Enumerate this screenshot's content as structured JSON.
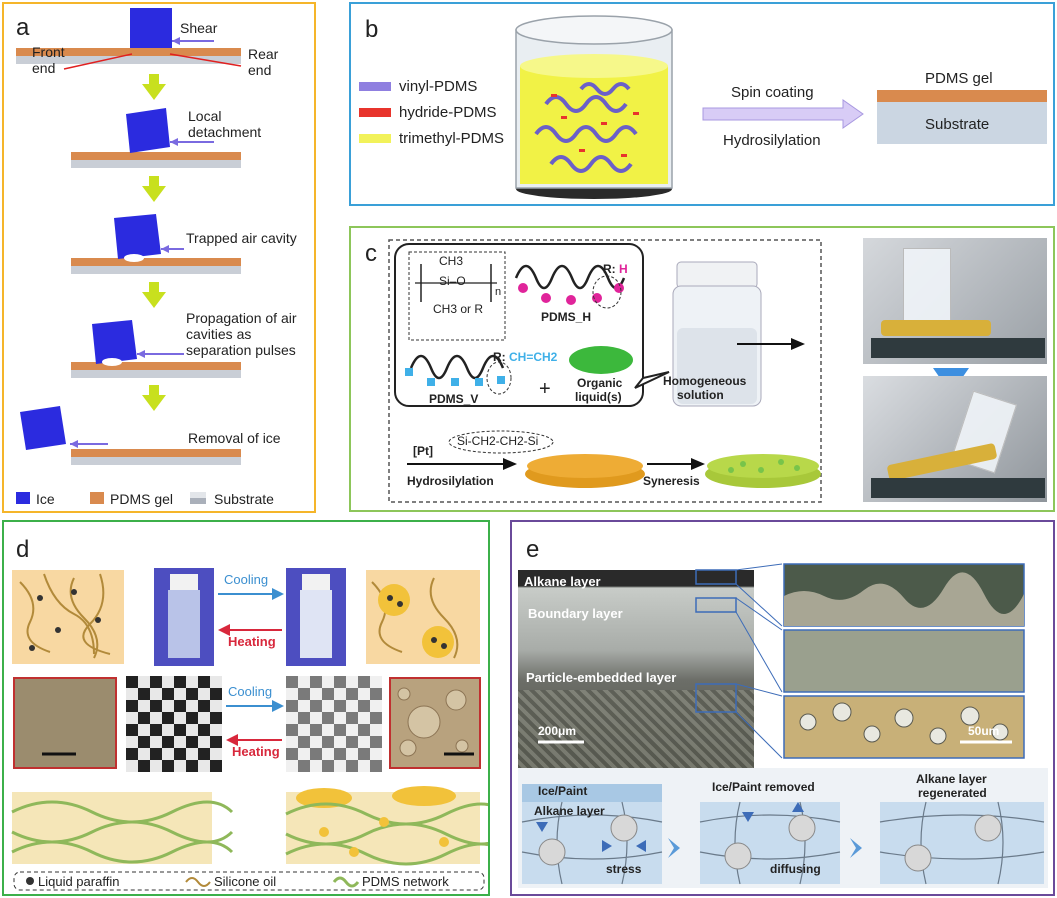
{
  "panel_a": {
    "label": "a",
    "shear": "Shear",
    "front_end": [
      "Front",
      "end"
    ],
    "rear_end": [
      "Rear",
      "end"
    ],
    "steps": [
      "Local",
      "detachment",
      "Trapped air cavity",
      "Propagation of air",
      "cavities as",
      "separation pulses",
      "Removal of ice"
    ],
    "legend": [
      "Ice",
      "PDMS gel",
      "Substrate"
    ],
    "colors": {
      "ice": "#2b2bdf",
      "pdms": "#d98a4e",
      "substrate": "#c9ced6",
      "arrow": "#c8e01e",
      "border": "#f5b52a"
    }
  },
  "panel_b": {
    "label": "b",
    "legend": [
      "vinyl-PDMS",
      "hydride-PDMS",
      "trimethyl-PDMS"
    ],
    "process_top": "Spin coating",
    "process_bottom": "Hydrosilylation",
    "layer_top": "PDMS gel",
    "layer_bottom": "Substrate",
    "colors": {
      "vinyl": "#8f7fe0",
      "hydride": "#e8342c",
      "trimethyl": "#f2f25a",
      "border": "#3aa0d8"
    }
  },
  "panel_c": {
    "label": "c",
    "formula_top": "CH3",
    "formula_mid": "Si–O",
    "formula_n": "n",
    "formula_bottom": "CH3 or R",
    "pdms_h": "PDMS_H",
    "pdms_v": "PDMS_V",
    "r_h_prefix": "R: ",
    "r_h": "H",
    "r_v_prefix": "R: ",
    "r_v": "CH=CH2",
    "plus": "+",
    "organic": [
      "Organic",
      "liquid(s)"
    ],
    "homogeneous": [
      "Homogeneous",
      "solution"
    ],
    "pt": "[Pt]",
    "bridge": "Si-CH2-CH2-Si",
    "hydrosilylation": "Hydrosilylation",
    "syneresis": "Syneresis",
    "colors": {
      "border": "#8dc65a"
    }
  },
  "panel_d": {
    "label": "d",
    "cooling": "Cooling",
    "heating": "Heating",
    "legend": [
      "Liquid paraffin",
      "Silicone oil",
      "PDMS network"
    ],
    "colors": {
      "border": "#3cb04a",
      "cooling": "#3b8fd0",
      "heating": "#d8283c"
    }
  },
  "panel_e": {
    "label": "e",
    "layers": [
      "Alkane layer",
      "Boundary layer",
      "Particle-embedded layer"
    ],
    "scale_left": "200μm",
    "scale_right": "50um",
    "stage1_top": "Ice/Paint",
    "stage1_label": "Alkane layer",
    "stage1_stress": "stress",
    "stage2_title": "Ice/Paint removed",
    "stage2_diffusing": "diffusing",
    "stage3_title": [
      "Alkane layer",
      "regenerated"
    ],
    "colors": {
      "border": "#6a4a9a"
    }
  }
}
